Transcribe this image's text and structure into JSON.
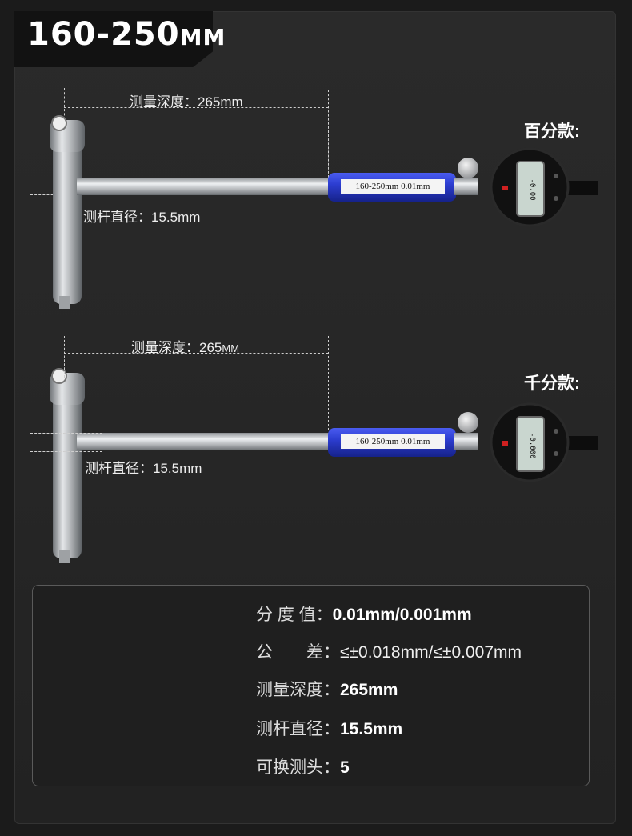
{
  "header": {
    "title_main": "160-250",
    "title_unit": "MM"
  },
  "product_top": {
    "depth_label": "测量深度：265mm",
    "diameter_label": "测杆直径：15.5mm",
    "variant_label": "百分款:",
    "handle_text": "160-250mm 0.01mm",
    "display_text": "-0.00"
  },
  "product_bottom": {
    "depth_label_main": "测量深度：265",
    "depth_label_unit": "MM",
    "diameter_label": "测杆直径：15.5mm",
    "variant_label": "千分款:",
    "handle_text": "160-250mm 0.01mm",
    "display_text": "-0.000"
  },
  "specs": [
    {
      "key": "分 度 值：",
      "value": "0.01mm/0.001mm",
      "style": "bold"
    },
    {
      "key": "公　　差：",
      "value": "≤±0.018mm/≤±0.007mm",
      "style": "light"
    },
    {
      "key": "测量深度：",
      "value": "265mm",
      "style": "bold"
    },
    {
      "key": "测杆直径：",
      "value": "15.5mm",
      "style": "bold"
    },
    {
      "key": "可换测头：",
      "value": "5",
      "style": "bold"
    }
  ],
  "colors": {
    "handle_blue": "#2f3fd6",
    "tray_red": "#c8332a",
    "metal": "#b9bcbf"
  }
}
